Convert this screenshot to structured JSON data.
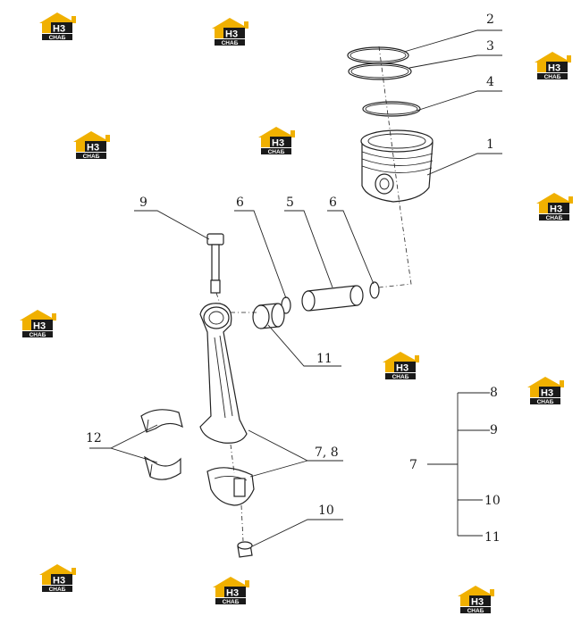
{
  "callouts": {
    "c1": "1",
    "c2": "2",
    "c3": "3",
    "c4": "4",
    "c5": "5",
    "c6a": "6",
    "c6b": "6",
    "c7": "7",
    "c78": "7, 8",
    "c8": "8",
    "c9a": "9",
    "c9b": "9",
    "c10a": "10",
    "c10b": "10",
    "c11a": "11",
    "c11b": "11",
    "c12": "12"
  },
  "watermark": {
    "glyph": "H3",
    "caption": "СНАБ",
    "icon": "house-logo-icon",
    "colors": {
      "roof": "#f0b000",
      "badge": "#1a1a1a",
      "text": "#ffffff"
    }
  }
}
